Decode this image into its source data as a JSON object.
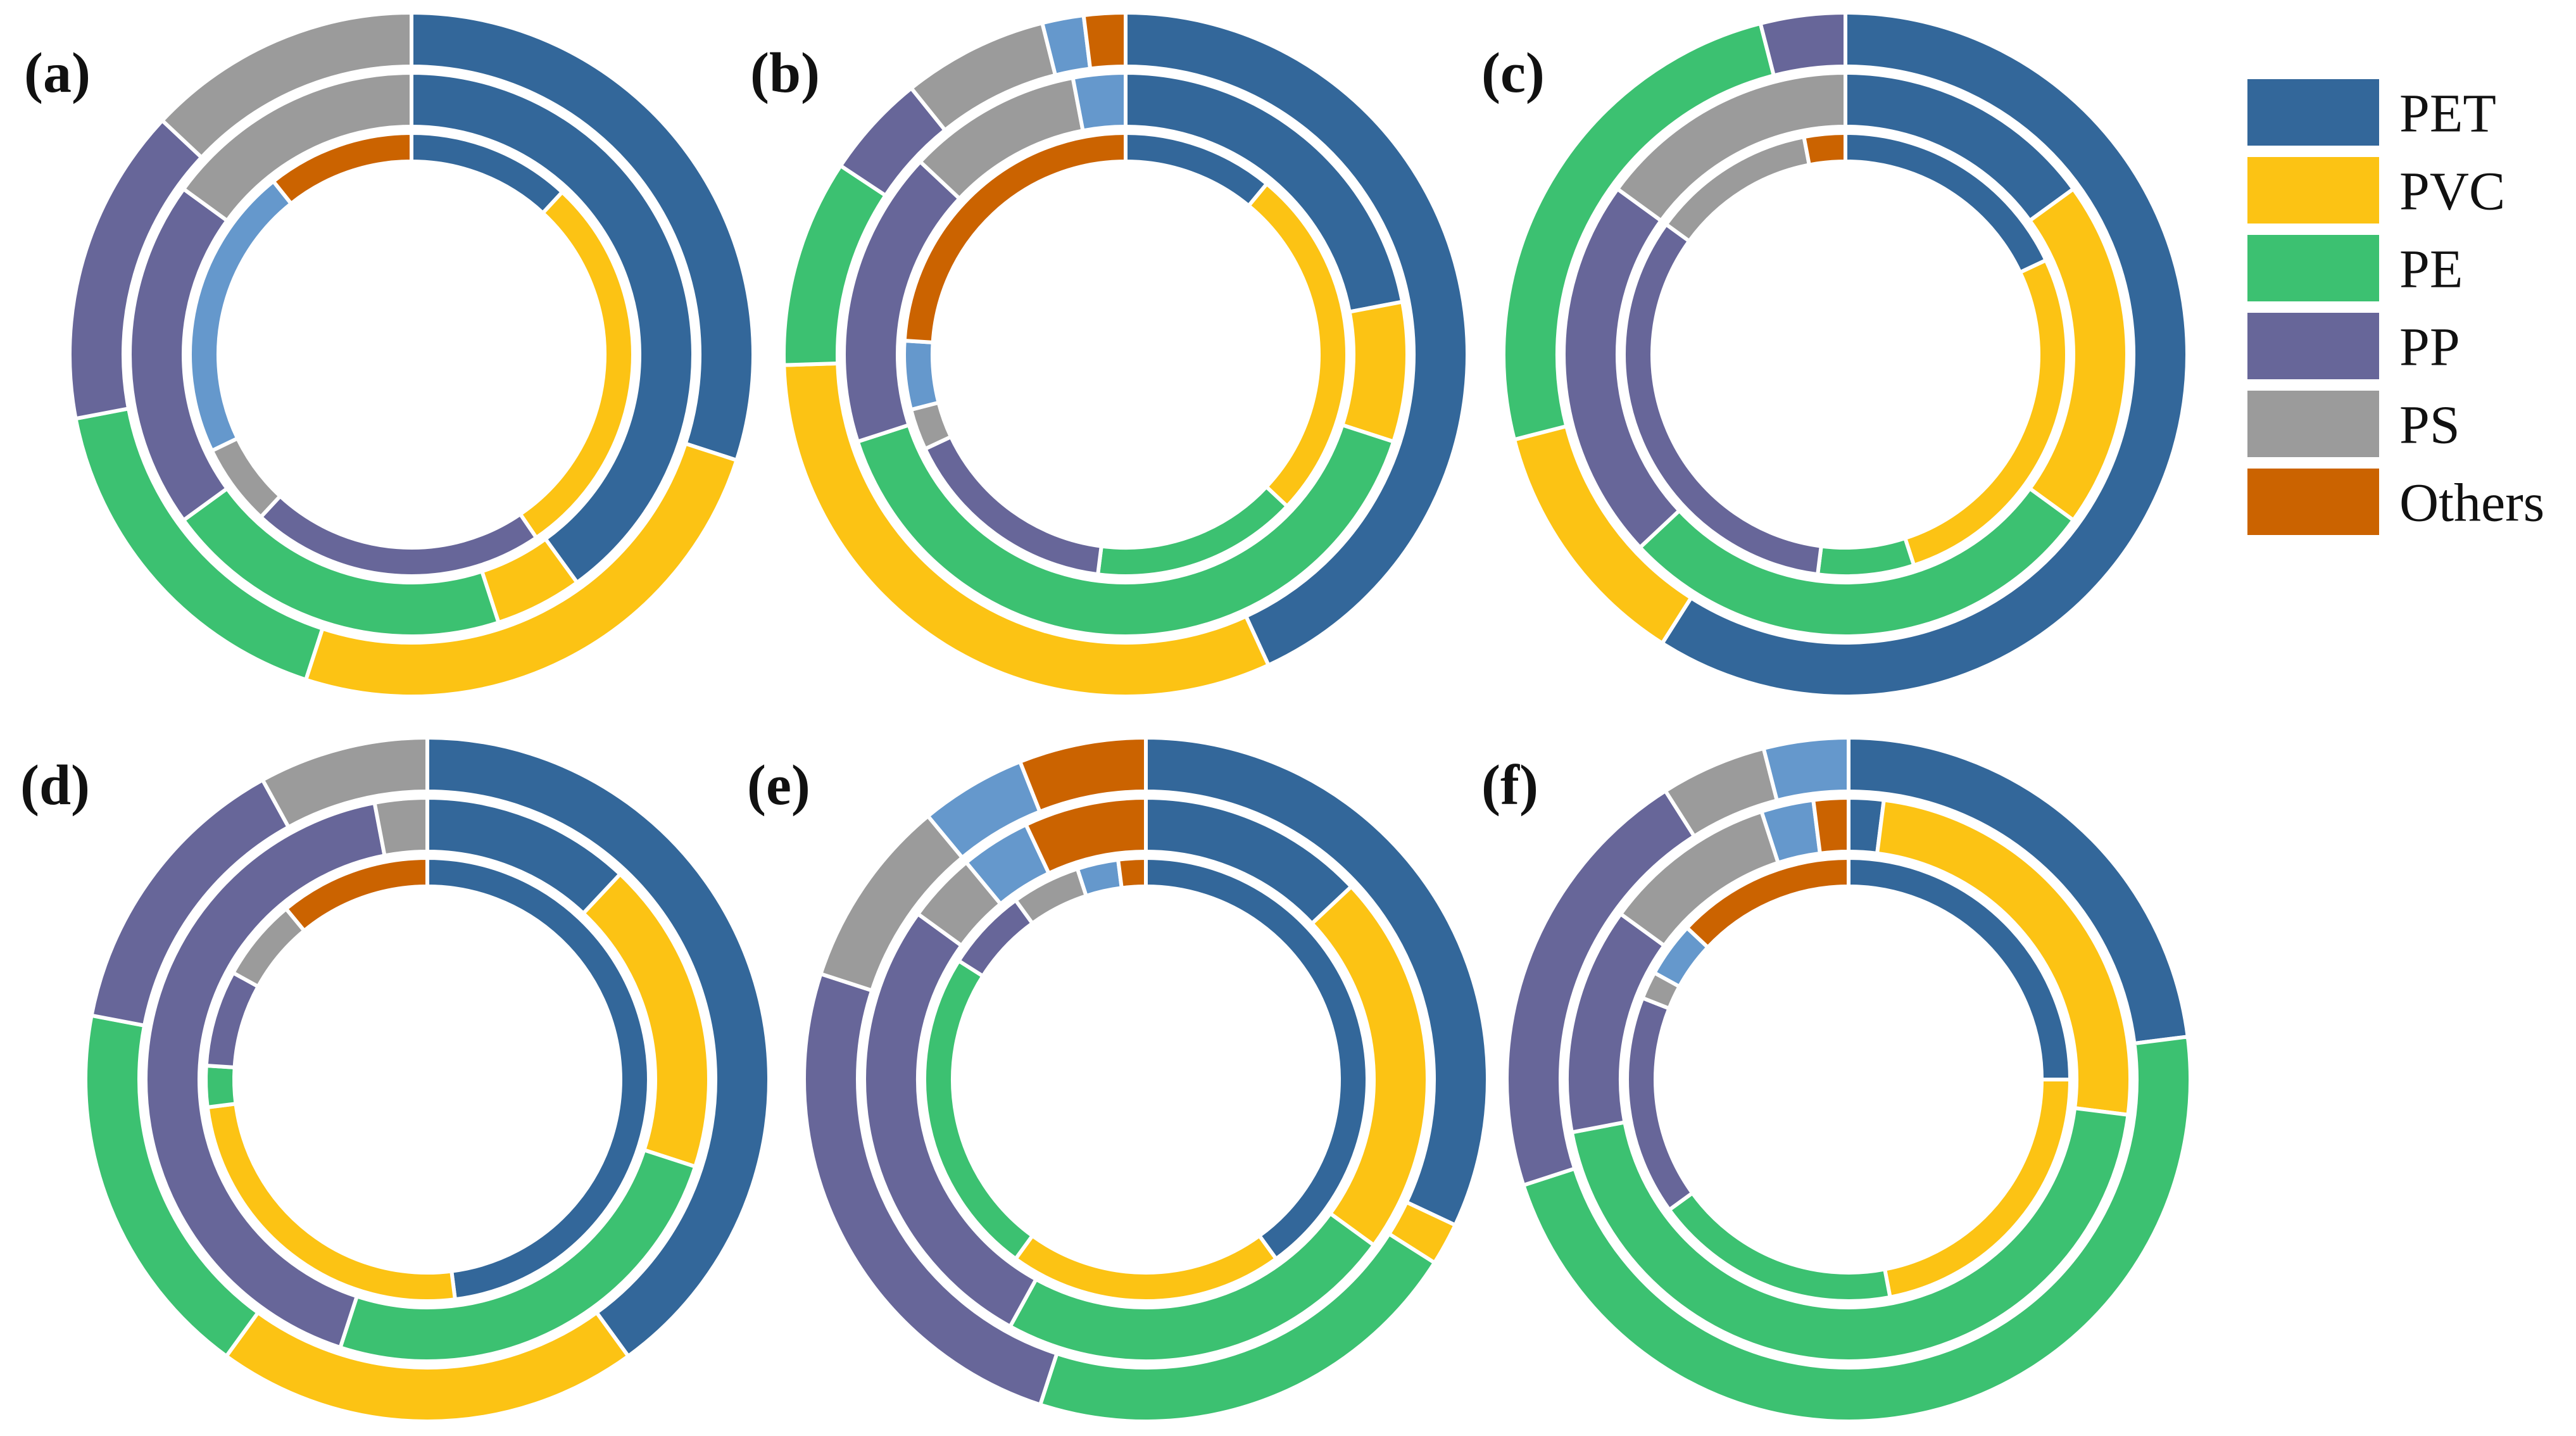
{
  "figure": {
    "background": "#ffffff",
    "separator_color": "#ffffff"
  },
  "legend": {
    "position": "right",
    "items": [
      {
        "label": "PET",
        "color": "#33679A"
      },
      {
        "label": "PVC",
        "color": "#FCC314"
      },
      {
        "label": "PE",
        "color": "#3CC171"
      },
      {
        "label": "PP",
        "color": "#676699"
      },
      {
        "label": "PS",
        "color": "#9B9B9B"
      },
      {
        "label": "Others",
        "color": "#CB6300"
      }
    ]
  },
  "unlabeled_color": "#6598CC",
  "chart_data": [
    {
      "type": "multi-ring donut",
      "panel": "(a)",
      "rings": [
        {
          "ring": "inner",
          "segments": [
            [
              "PET",
              10
            ],
            [
              "PVC",
              24
            ],
            [
              "PP",
              18
            ],
            [
              "PS",
              5
            ],
            [
              "Unlabeled",
              18
            ],
            [
              "Others",
              9
            ]
          ],
          "unit": "%"
        },
        {
          "ring": "middle",
          "segments": [
            [
              "PET",
              40
            ],
            [
              "PVC",
              5
            ],
            [
              "PE",
              20
            ],
            [
              "PP",
              20
            ],
            [
              "PS",
              15
            ]
          ],
          "unit": "%"
        },
        {
          "ring": "outer",
          "segments": [
            [
              "PET",
              30
            ],
            [
              "PVC",
              25
            ],
            [
              "PE",
              17
            ],
            [
              "PP",
              15
            ],
            [
              "PS",
              13
            ]
          ],
          "unit": "%"
        }
      ]
    },
    {
      "type": "multi-ring donut",
      "panel": "(b)",
      "rings": [
        {
          "ring": "inner",
          "segments": [
            [
              "PET",
              11
            ],
            [
              "PVC",
              26
            ],
            [
              "PE",
              15
            ],
            [
              "PP",
              16
            ],
            [
              "PS",
              3
            ],
            [
              "Unlabeled",
              5
            ],
            [
              "Others",
              24
            ]
          ],
          "unit": "%"
        },
        {
          "ring": "middle",
          "segments": [
            [
              "PET",
              22
            ],
            [
              "PVC",
              8
            ],
            [
              "PE",
              40
            ],
            [
              "PP",
              17
            ],
            [
              "PS",
              10
            ],
            [
              "Unlabeled",
              3
            ]
          ],
          "unit": "%"
        },
        {
          "ring": "outer",
          "segments": [
            [
              "PET",
              44
            ],
            [
              "PVC",
              32
            ],
            [
              "PE",
              10
            ],
            [
              "PP",
              5
            ],
            [
              "PS",
              7
            ],
            [
              "Unlabeled",
              2
            ],
            [
              "Others",
              2
            ]
          ],
          "unit": "%"
        }
      ]
    },
    {
      "type": "multi-ring donut",
      "panel": "(c)",
      "rings": [
        {
          "ring": "inner",
          "segments": [
            [
              "PET",
              18
            ],
            [
              "PVC",
              27
            ],
            [
              "PE",
              7
            ],
            [
              "PP",
              33
            ],
            [
              "PS",
              12
            ],
            [
              "Others",
              3
            ]
          ],
          "unit": "%"
        },
        {
          "ring": "middle",
          "segments": [
            [
              "PET",
              15
            ],
            [
              "PVC",
              20
            ],
            [
              "PE",
              28
            ],
            [
              "PP",
              22
            ],
            [
              "PS",
              15
            ]
          ],
          "unit": "%"
        },
        {
          "ring": "outer",
          "segments": [
            [
              "PET",
              59
            ],
            [
              "PVC",
              12
            ],
            [
              "PE",
              25
            ],
            [
              "PP",
              4
            ]
          ],
          "unit": "%"
        }
      ]
    },
    {
      "type": "multi-ring donut",
      "panel": "(d)",
      "rings": [
        {
          "ring": "inner",
          "segments": [
            [
              "PET",
              48
            ],
            [
              "PVC",
              25
            ],
            [
              "PE",
              3
            ],
            [
              "PP",
              7
            ],
            [
              "PS",
              6
            ],
            [
              "Others",
              11
            ]
          ],
          "unit": "%"
        },
        {
          "ring": "middle",
          "segments": [
            [
              "PET",
              12
            ],
            [
              "PVC",
              18
            ],
            [
              "PE",
              25
            ],
            [
              "PP",
              42
            ],
            [
              "PS",
              3
            ]
          ],
          "unit": "%"
        },
        {
          "ring": "outer",
          "segments": [
            [
              "PET",
              40
            ],
            [
              "PVC",
              20
            ],
            [
              "PE",
              18
            ],
            [
              "PP",
              14
            ],
            [
              "PS",
              8
            ]
          ],
          "unit": "%"
        }
      ]
    },
    {
      "type": "multi-ring donut",
      "panel": "(e)",
      "rings": [
        {
          "ring": "inner",
          "segments": [
            [
              "PET",
              40
            ],
            [
              "PVC",
              20
            ],
            [
              "PE",
              24
            ],
            [
              "PP",
              6
            ],
            [
              "PS",
              5
            ],
            [
              "Unlabeled",
              3
            ],
            [
              "Others",
              2
            ]
          ],
          "unit": "%"
        },
        {
          "ring": "middle",
          "segments": [
            [
              "PET",
              13
            ],
            [
              "PVC",
              22
            ],
            [
              "PE",
              23
            ],
            [
              "PP",
              27
            ],
            [
              "PS",
              4
            ],
            [
              "Unlabeled",
              4
            ],
            [
              "Others",
              7
            ]
          ],
          "unit": "%"
        },
        {
          "ring": "outer",
          "segments": [
            [
              "PET",
              32
            ],
            [
              "PVC",
              2
            ],
            [
              "PE",
              21
            ],
            [
              "PP",
              25
            ],
            [
              "PS",
              9
            ],
            [
              "Unlabeled",
              5
            ],
            [
              "Others",
              6
            ]
          ],
          "unit": "%"
        }
      ]
    },
    {
      "type": "multi-ring donut",
      "panel": "(f)",
      "rings": [
        {
          "ring": "inner",
          "segments": [
            [
              "PET",
              25
            ],
            [
              "PVC",
              22
            ],
            [
              "PE",
              18
            ],
            [
              "PP",
              16
            ],
            [
              "PS",
              2
            ],
            [
              "Unlabeled",
              4
            ],
            [
              "Others",
              13
            ]
          ],
          "unit": "%"
        },
        {
          "ring": "middle",
          "segments": [
            [
              "PET",
              2
            ],
            [
              "PVC",
              25
            ],
            [
              "PE",
              45
            ],
            [
              "PP",
              13
            ],
            [
              "PS",
              10
            ],
            [
              "Unlabeled",
              3
            ],
            [
              "Others",
              2
            ]
          ],
          "unit": "%"
        },
        {
          "ring": "outer",
          "segments": [
            [
              "PET",
              23
            ],
            [
              "PVC",
              0
            ],
            [
              "PE",
              47
            ],
            [
              "PP",
              21
            ],
            [
              "PS",
              5
            ],
            [
              "Unlabeled",
              4
            ]
          ],
          "unit": "%"
        }
      ]
    }
  ]
}
